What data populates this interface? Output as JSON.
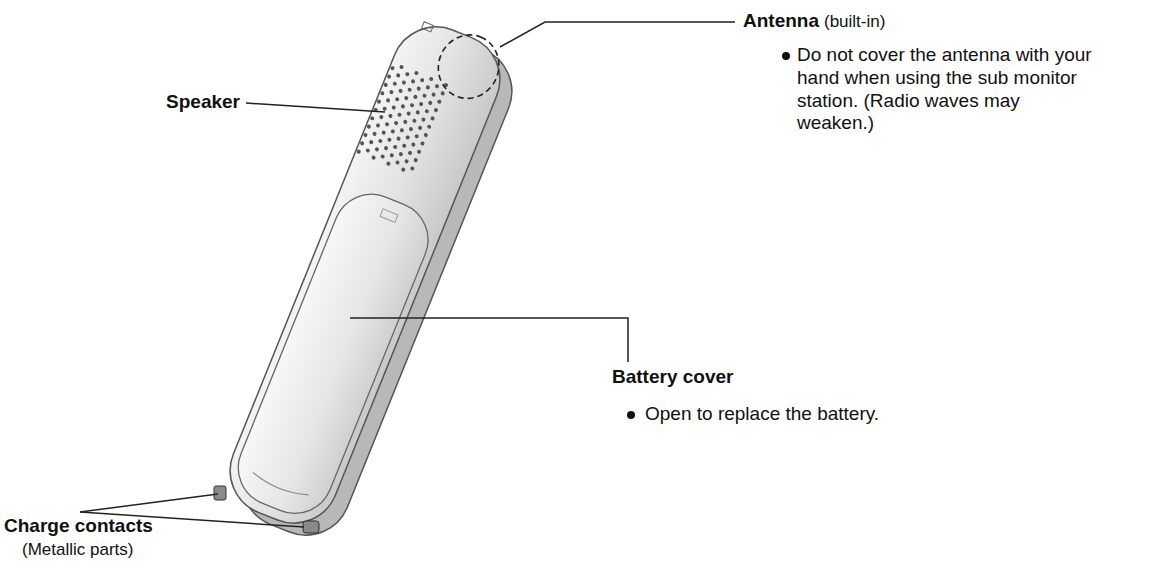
{
  "diagram": {
    "labels": [
      "Antenna",
      "(built-in)",
      "Do not cover the antenna with your hand when using the sub monitor station. (Radio waves may weaken.)",
      "Speaker",
      "Battery cover",
      "Open to replace the battery.",
      "Charge contacts",
      "(Metallic parts)"
    ]
  }
}
